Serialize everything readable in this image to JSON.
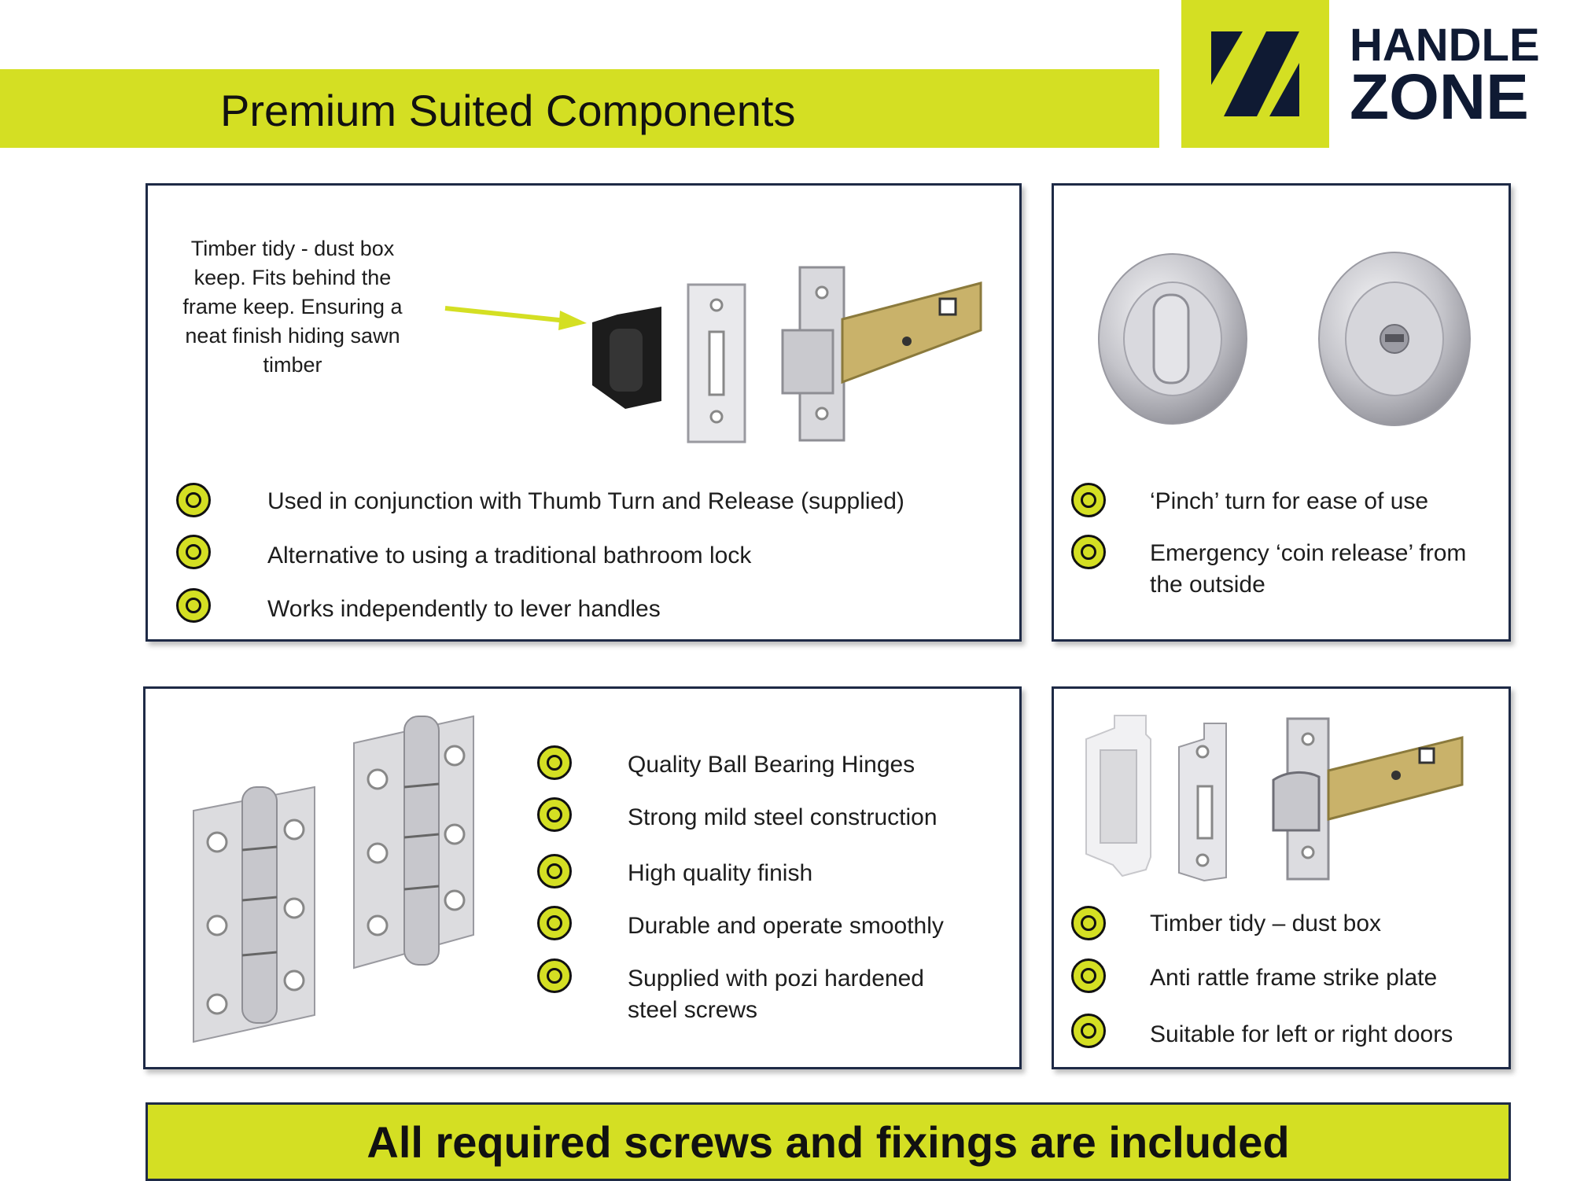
{
  "header": {
    "title": "Premium Suited Components"
  },
  "logo": {
    "line1": "HANDLE",
    "line2": "ZONE",
    "mark_color": "#0f1a33",
    "brand_color": "#d4df23"
  },
  "panel_latch": {
    "note": "Timber tidy - dust box keep. Fits behind the frame keep. Ensuring a neat finish hiding sawn timber",
    "bullets": [
      "Used in conjunction with Thumb Turn and Release (supplied)",
      "Alternative to using a traditional bathroom lock",
      "Works independently to lever handles"
    ]
  },
  "panel_thumbturn": {
    "bullets": [
      "‘Pinch’ turn for ease of use",
      "Emergency ‘coin release’ from the outside"
    ]
  },
  "panel_hinges": {
    "bullets": [
      "Quality Ball Bearing Hinges",
      "Strong mild steel construction",
      "High quality finish",
      "Durable and operate smoothly",
      "Supplied with pozi hardened steel screws"
    ]
  },
  "panel_tubular": {
    "bullets": [
      "Timber tidy – dust box",
      "Anti rattle frame strike plate",
      "Suitable for left or right doors"
    ]
  },
  "footer": {
    "banner": "All required screws and fixings are included"
  },
  "icons": [
    "bullet-ring-icon",
    "pointer-arrow-icon"
  ]
}
